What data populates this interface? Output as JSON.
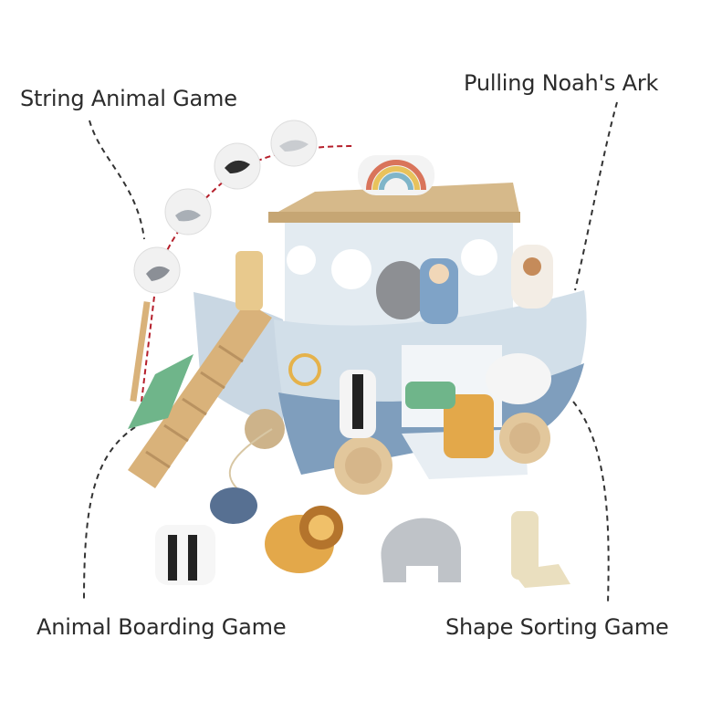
{
  "labels": {
    "top_left": "String Animal Game",
    "top_right": "Pulling Noah's Ark",
    "bottom_left": "Animal Boarding Game",
    "bottom_right": "Shape Sorting Game"
  },
  "colors": {
    "hull_light": "#cfdde7",
    "hull_blue": "#7f9ebd",
    "roof_wood": "#d6b98a",
    "wheel_wood": "#e2c79c",
    "text": "#2b2b2b",
    "dashed": "#333333"
  }
}
